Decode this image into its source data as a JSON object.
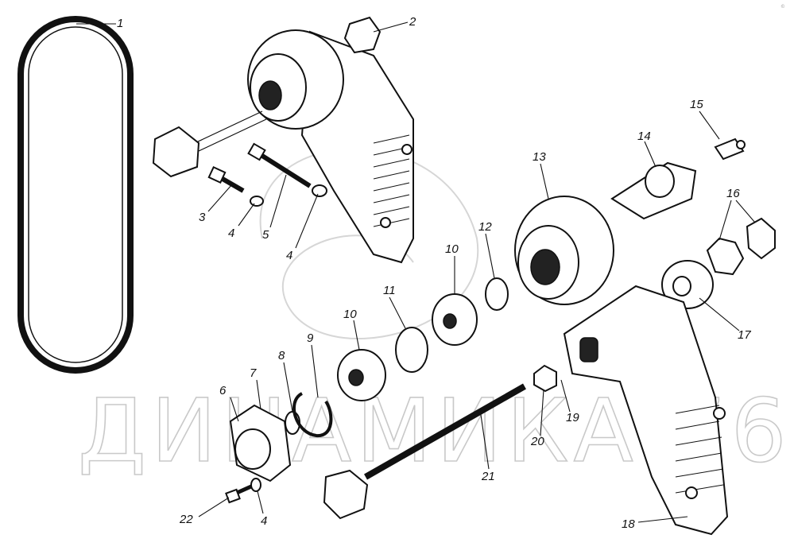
{
  "watermark": {
    "text": "ДИНАМИКА 76",
    "corner_mark": "©"
  },
  "callouts": [
    {
      "id": "c1",
      "label": "1"
    },
    {
      "id": "c2",
      "label": "2"
    },
    {
      "id": "c3",
      "label": "3"
    },
    {
      "id": "c4a",
      "label": "4"
    },
    {
      "id": "c5",
      "label": "5"
    },
    {
      "id": "c4b",
      "label": "4"
    },
    {
      "id": "c6",
      "label": "6"
    },
    {
      "id": "c7",
      "label": "7"
    },
    {
      "id": "c8",
      "label": "8"
    },
    {
      "id": "c9",
      "label": "9"
    },
    {
      "id": "c10a",
      "label": "10"
    },
    {
      "id": "c10b",
      "label": "10"
    },
    {
      "id": "c11",
      "label": "11"
    },
    {
      "id": "c12",
      "label": "12"
    },
    {
      "id": "c13",
      "label": "13"
    },
    {
      "id": "c14",
      "label": "14"
    },
    {
      "id": "c15",
      "label": "15"
    },
    {
      "id": "c16",
      "label": "16"
    },
    {
      "id": "c17",
      "label": "17"
    },
    {
      "id": "c18",
      "label": "18"
    },
    {
      "id": "c19",
      "label": "19"
    },
    {
      "id": "c20",
      "label": "20"
    },
    {
      "id": "c21",
      "label": "21"
    },
    {
      "id": "c22",
      "label": "22"
    },
    {
      "id": "c4c",
      "label": "4"
    }
  ]
}
